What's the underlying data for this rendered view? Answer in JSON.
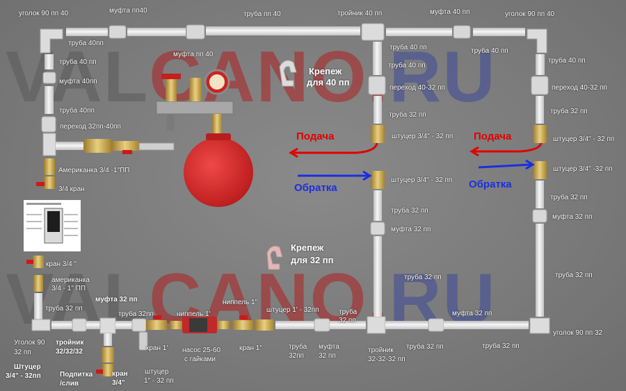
{
  "watermark": {
    "a": "VAL",
    "b": "CANO.",
    "c": "RU"
  },
  "colors": {
    "pipe": "#e4e4e4",
    "pipe_edge": "#b8b8b8",
    "supply": "#e10000",
    "return": "#1a2fe0",
    "tank": "#d42a2a",
    "brass": "#c9a64a",
    "pump": "#c0282a"
  },
  "labels": {
    "l1": "уголок 90 пп 40",
    "l2": "муфта пп40",
    "l3": "труба пп 40",
    "l4": "тройник 40 пп",
    "l5": "муфта 40 пп",
    "l6": "уголок 90 пп 40",
    "l7": "труба 40пп",
    "l8": "муфта пп 40",
    "l9": "труба 40 пп",
    "l10": "труба 40 пп",
    "l11": "труба 40 пп",
    "l12": "муфта 40пп",
    "l13": "труба  40 пп",
    "l14": "труба 40 пп",
    "l15": "переход 40-32 пп",
    "l16": "переход 40-32 пп",
    "l17": "труба 40пп",
    "l18": "труба 32 пп",
    "l19": "труба 32 пп",
    "l20": "переход 32пп-40пп",
    "l21": "штуцер 3/4\" - 32 пп",
    "l22": "штуцер 3/4\" - 32 пп",
    "l23": "Американка 3/4 -1\"ПП",
    "l24": "штуцер 3/4\" - 32 пп",
    "l25": "штуцер 3/4\" -32 пп",
    "l26": "3/4 кран",
    "l27": "труба 32 пп",
    "l28": "муфта 32 пп",
    "l29": "муфта 32 пп",
    "l30": "труба 32 пп",
    "l31": "кран 3/4 \"",
    "l32": "американка",
    "l33": "3/4 - 1\" ПП",
    "l34": "труба 32 пп",
    "l35": "труба 32 пп",
    "l36": "муфта 32 пп",
    "l37": "труба 32пп",
    "l38": "ниппель 1'",
    "l39": "ниппель 1\"",
    "l40": "штуцер 1' - 32пп",
    "l41": "труба",
    "l42": "32 пп",
    "l43": "муфта 32 пп",
    "l44": "Уголок 90",
    "l45": "32 пп",
    "l46": "тройник",
    "l47": "32/32/32",
    "l48": "кран 1'",
    "l49": "насос 25-60",
    "l50": "с гайками",
    "l51": "кран 1\"",
    "l52": "труба",
    "l53": "32пп",
    "l54": "муфта",
    "l55": "32 пп",
    "l56": "тройник",
    "l57": "32-32-32 пп",
    "l58": "труба 32 пп",
    "l59": "уголок 90 пп 32",
    "l60": "Штуцер",
    "l61": "3/4\" - 32пп",
    "l62": "Подпитка",
    "l63": "/слив",
    "l64": "кран",
    "l65": "3/4\"",
    "l66": "штуцер",
    "l67": "1\" - 32 пп"
  },
  "fasteners": {
    "f1a": "Крепеж",
    "f1b": "для 40 пп",
    "f2a": "Крепеж",
    "f2b": "для 32 пп"
  },
  "flow": {
    "supply1": "Подача",
    "supply2": "Подача",
    "return1": "Обратка",
    "return2": "Обратка"
  }
}
